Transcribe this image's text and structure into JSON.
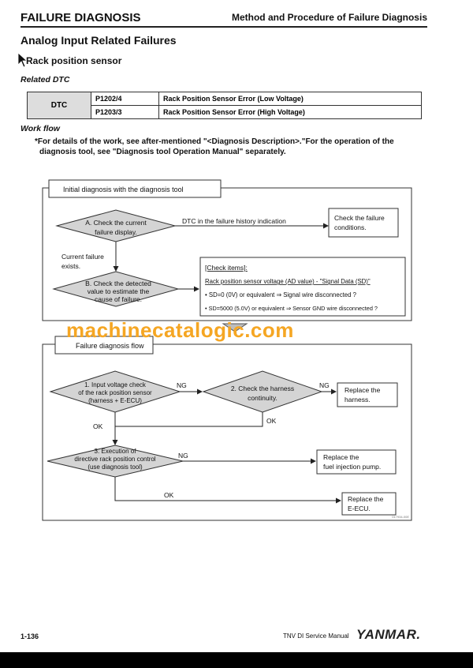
{
  "header": {
    "left_title": "FAILURE DIAGNOSIS",
    "right_title": "Method and Procedure of Failure Diagnosis"
  },
  "section": {
    "title": "Analog Input Related Failures",
    "subtitle": "Rack position sensor"
  },
  "related_dtc": {
    "label": "Related DTC",
    "table_header": "DTC",
    "rows": [
      {
        "code": "P1202/4",
        "description": "Rack Position Sensor Error (Low Voltage)"
      },
      {
        "code": "P1203/3",
        "description": "Rack Position Sensor Error (High Voltage)"
      }
    ]
  },
  "workflow": {
    "label": "Work flow",
    "note_line1": "*For details of the work, see after-mentioned \"<Diagnosis Description>.\"For the operation of the",
    "note_line2": "diagnosis tool, see \"Diagnosis tool Operation Manual\" separately."
  },
  "initial_diagnosis": {
    "title": "Initial diagnosis with the diagnosis tool",
    "diamond_a_line1": "A. Check the current",
    "diamond_a_line2": "failure display.",
    "dtc_history": "DTC in the failure history indication",
    "check_conditions_line1": "Check the failure",
    "check_conditions_line2": "conditions.",
    "current_failure_line1": "Current failure",
    "current_failure_line2": "exists.",
    "diamond_b_line1": "B. Check the detected",
    "diamond_b_line2": "value to estimate the",
    "diamond_b_line3": "cause of failure.",
    "check_items_title": "[Check items]:",
    "check_items_line1": "Rack position sensor voltage (AD value) - \"Signal Data (SD)\"",
    "check_items_line2": "• SD=0 (0V) or equivalent ⇒ Signal wire disconnected ?",
    "check_items_line3": "• SD=5000 (5.0V) or equivalent ⇒ Sensor GND wire disconnected ?"
  },
  "failure_flow": {
    "title": "Failure diagnosis flow",
    "step1_line1": "1. Input voltage check",
    "step1_line2": "of the rack position sensor",
    "step1_line3": "(harness + E-ECU)",
    "step2_line1": "2. Check the harness",
    "step2_line2": "continuity.",
    "step3_line1": "3. Execution of",
    "step3_line2": "directive rack position control",
    "step3_line3": "(use diagnosis tool)",
    "ng": "NG",
    "ok": "OK",
    "replace_harness_line1": "Replace the",
    "replace_harness_line2": "harness.",
    "replace_pump_line1": "Replace the",
    "replace_pump_line2": "fuel injection pump.",
    "replace_ecu_line1": "Replace the",
    "replace_ecu_line2": "E-ECU.",
    "figure_id": "017934-00E"
  },
  "watermark": "machinecatalogic.com",
  "footer": {
    "page_number": "1-136",
    "manual_name": "TNV DI Service Manual",
    "brand": "YANMAR."
  },
  "colors": {
    "diamond_fill": "#d4d4d4",
    "watermark": "#f5a623",
    "table_header_fill": "#dddddd"
  }
}
